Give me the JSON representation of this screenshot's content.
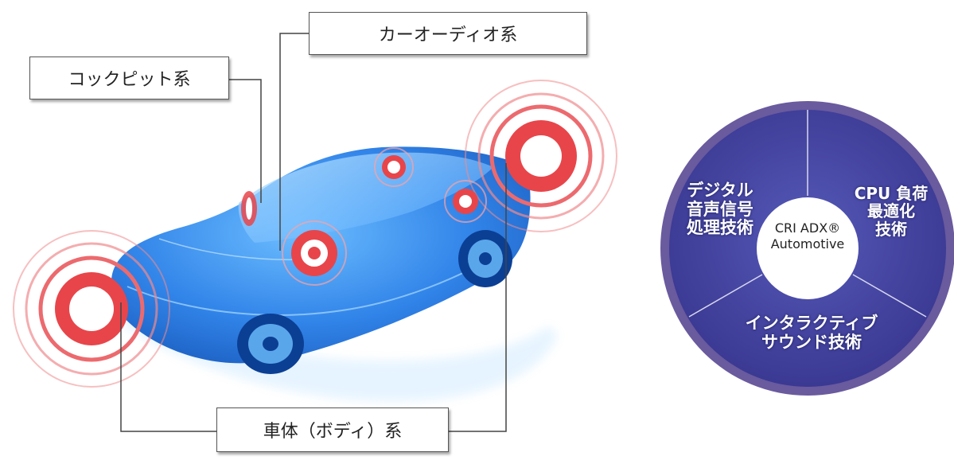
{
  "labels": {
    "cockpit": "コックピット系",
    "car_audio": "カーオーディオ系",
    "body": "車体（ボディ）系"
  },
  "wheel": {
    "center_line1": "CRI ADX®",
    "center_line2": "Automotive",
    "segment_digital": [
      "デジタル",
      "音声信号",
      "処理技術"
    ],
    "segment_cpu": [
      "CPU 負荷",
      "最適化",
      "技術"
    ],
    "segment_interactive": [
      "インタラクティブ",
      "サウンド技術"
    ]
  },
  "colors": {
    "car_blue": "#1e78e6",
    "target_red": "#e8454a",
    "wheel_purple": "#3f3d9a",
    "wheel_rim": "#6a5a9e"
  }
}
